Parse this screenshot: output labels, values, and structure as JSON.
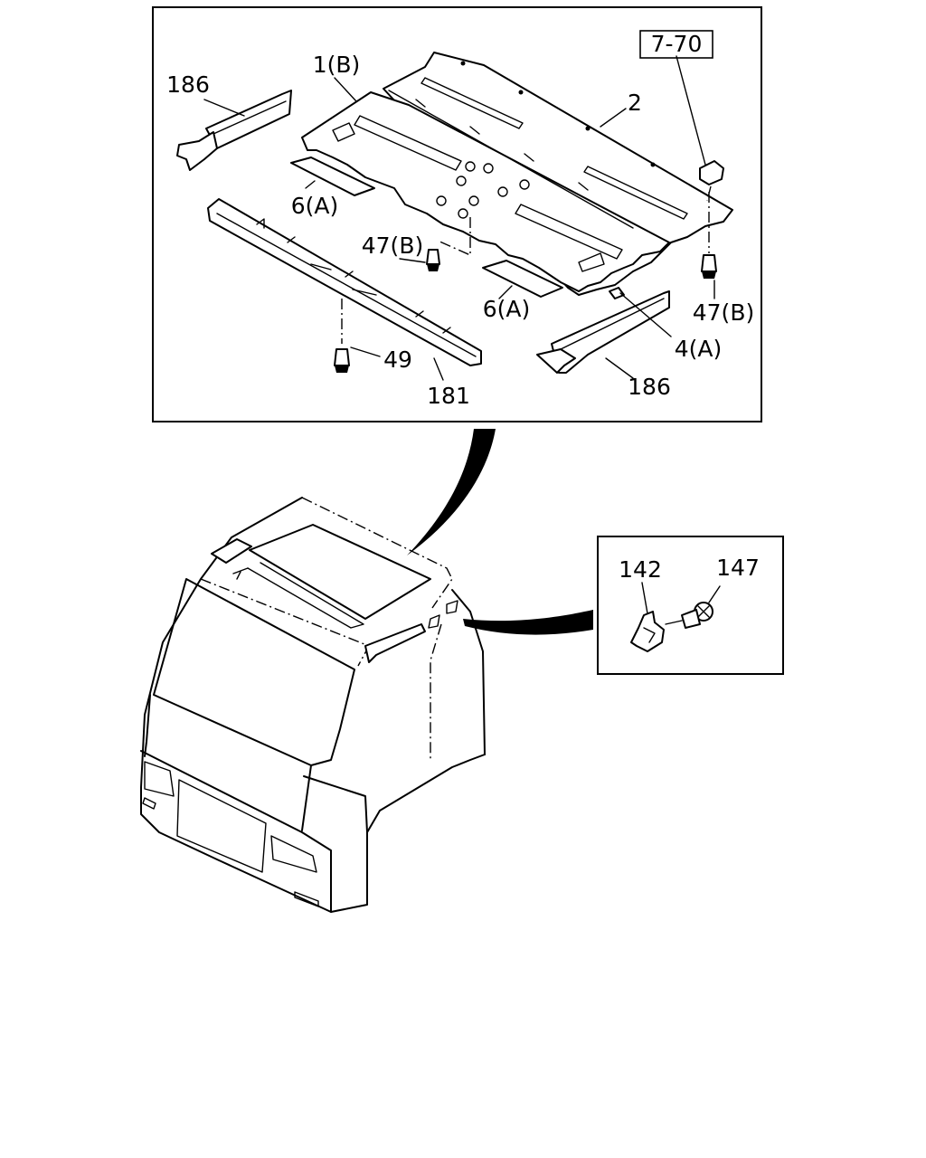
{
  "diagram": {
    "labels": {
      "ref_box": "7-70",
      "part_186_top": "186",
      "part_1b": "1(B)",
      "part_2": "2",
      "part_6a_left": "6(A)",
      "part_47b_left": "47(B)",
      "part_6a_right": "6(A)",
      "part_47b_right": "47(B)",
      "part_4a": "4(A)",
      "part_49": "49",
      "part_181": "181",
      "part_186_bottom": "186",
      "part_142": "142",
      "part_147": "147"
    }
  }
}
